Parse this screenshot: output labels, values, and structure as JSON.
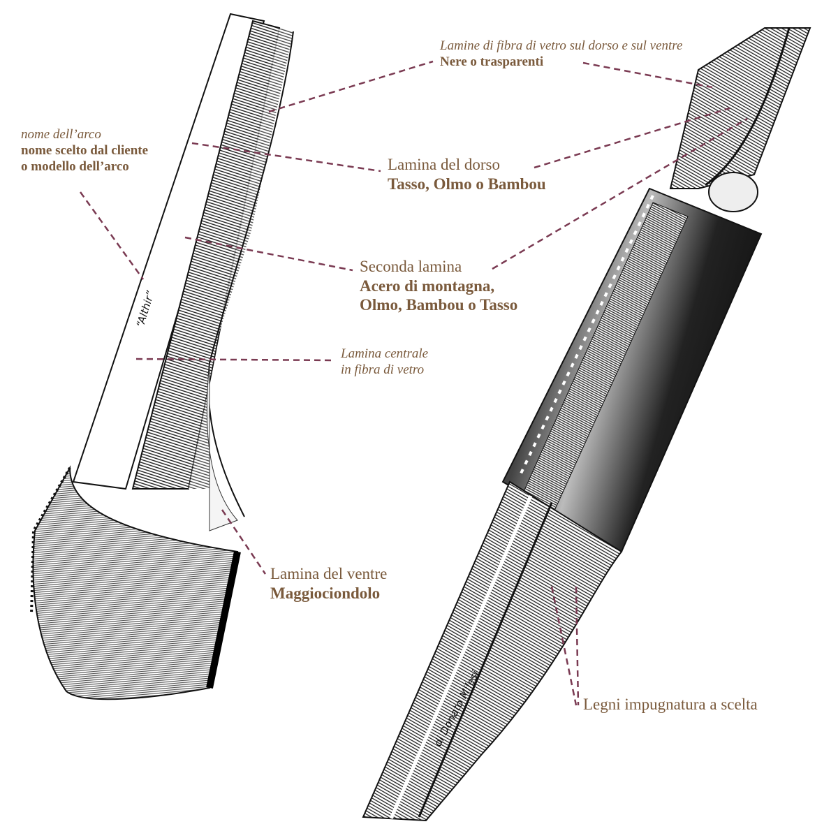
{
  "colors": {
    "text": "#7a5a3c",
    "leader": "#7a3a52",
    "ink": "#1a1a1a"
  },
  "labels": {
    "fiberglass": {
      "title": "Lamine di fibra di vetro sul dorso e sul ventre",
      "value": "Nere o trasparenti"
    },
    "bow_name": {
      "title": "nome dell’arco",
      "value_line1": "nome scelto dal cliente",
      "value_line2": "o modello dell’arco"
    },
    "back_lamina": {
      "title": "Lamina del dorso",
      "value": "Tasso, Olmo o Bambou"
    },
    "second_lamina": {
      "title": "Seconda lamina",
      "value_line1": "Acero di montagna,",
      "value_line2": "Olmo, Bambou o Tasso"
    },
    "core_lamina": {
      "title_line1": "Lamina centrale",
      "title_line2": "in fibra di vetro"
    },
    "belly_lamina": {
      "title": "Lamina del ventre",
      "value": "Maggiociondolo"
    },
    "grip_woods": {
      "title": "Legni impugnatura a scelta"
    }
  },
  "engravings": {
    "bow_name": "“Althir”",
    "maker": "di Donato Milesi"
  }
}
